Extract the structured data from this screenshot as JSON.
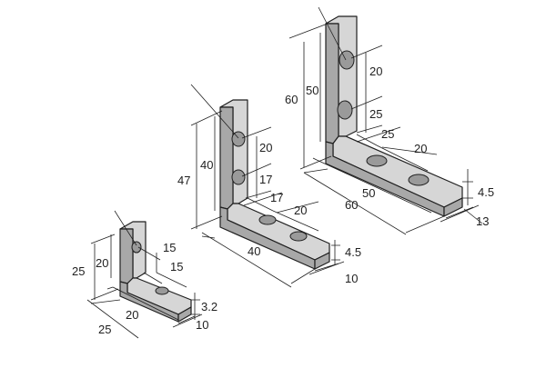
{
  "small_bracket": {
    "dims": {
      "height_outer": "25",
      "height_inner": "20",
      "hole_pitch_vertical": "15",
      "hole_pitch_horizontal": "15",
      "thickness": "3.2",
      "length_inner": "20",
      "length_outer": "25",
      "width": "10"
    }
  },
  "medium_bracket": {
    "dims": {
      "height_outer": "47",
      "height_inner": "40",
      "hole_pitch_vertical": "20",
      "hole_offset_vertical": "17",
      "hole_offset_horizontal": "17",
      "hole_pitch_horizontal": "20",
      "length_outer": "40",
      "thickness": "4.5",
      "width": "10"
    }
  },
  "large_bracket": {
    "dims": {
      "height_outer": "60",
      "height_inner": "50",
      "hole_pitch_vertical": "20",
      "hole_offset_vertical": "25",
      "hole_offset_horizontal": "25",
      "hole_pitch_horizontal": "20",
      "length_inner": "50",
      "length_outer": "60",
      "thickness": "4.5",
      "width": "13"
    }
  }
}
